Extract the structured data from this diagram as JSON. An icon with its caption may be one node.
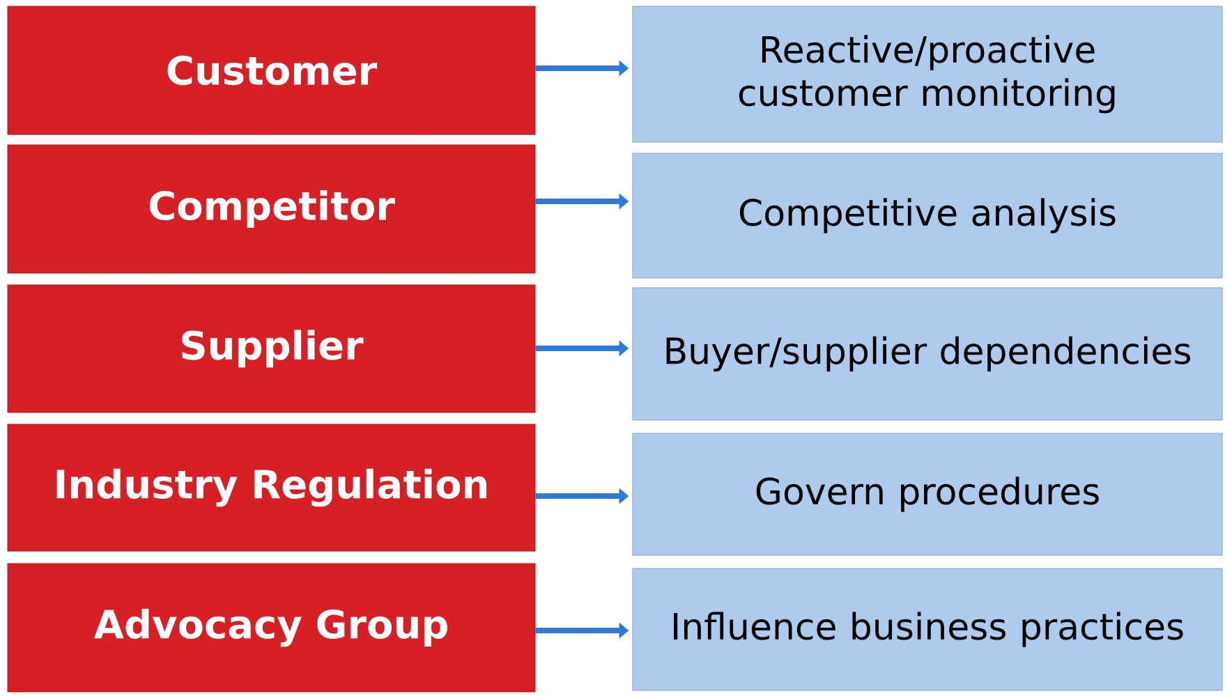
{
  "diagram": {
    "nodes": [
      {
        "text": [
          "Customer"
        ]
      },
      {
        "text": [
          "Competitor"
        ]
      },
      {
        "text": [
          "Supplier"
        ]
      },
      {
        "text": [
          "Industry Regulation"
        ]
      },
      {
        "text": [
          "Advocacy Group"
        ]
      },
      {
        "text": [
          "Reactive/proactive customer monitoring"
        ]
      },
      {
        "text": [
          "Competitive analysis"
        ]
      },
      {
        "text": [
          "Buyer/supplier dependencies"
        ]
      },
      {
        "text": [
          "Govern procedures"
        ]
      },
      {
        "text": [
          "Influence business practices"
        ]
      }
    ],
    "edges": [
      {
        "from": 0,
        "to": 5,
        "arrow": "to"
      },
      {
        "from": 1,
        "to": 6,
        "arrow": "to"
      },
      {
        "from": 2,
        "to": 7,
        "arrow": "to"
      },
      {
        "from": 3,
        "to": 8,
        "arrow": "to"
      },
      {
        "from": 4,
        "to": 9,
        "arrow": "to"
      }
    ]
  }
}
